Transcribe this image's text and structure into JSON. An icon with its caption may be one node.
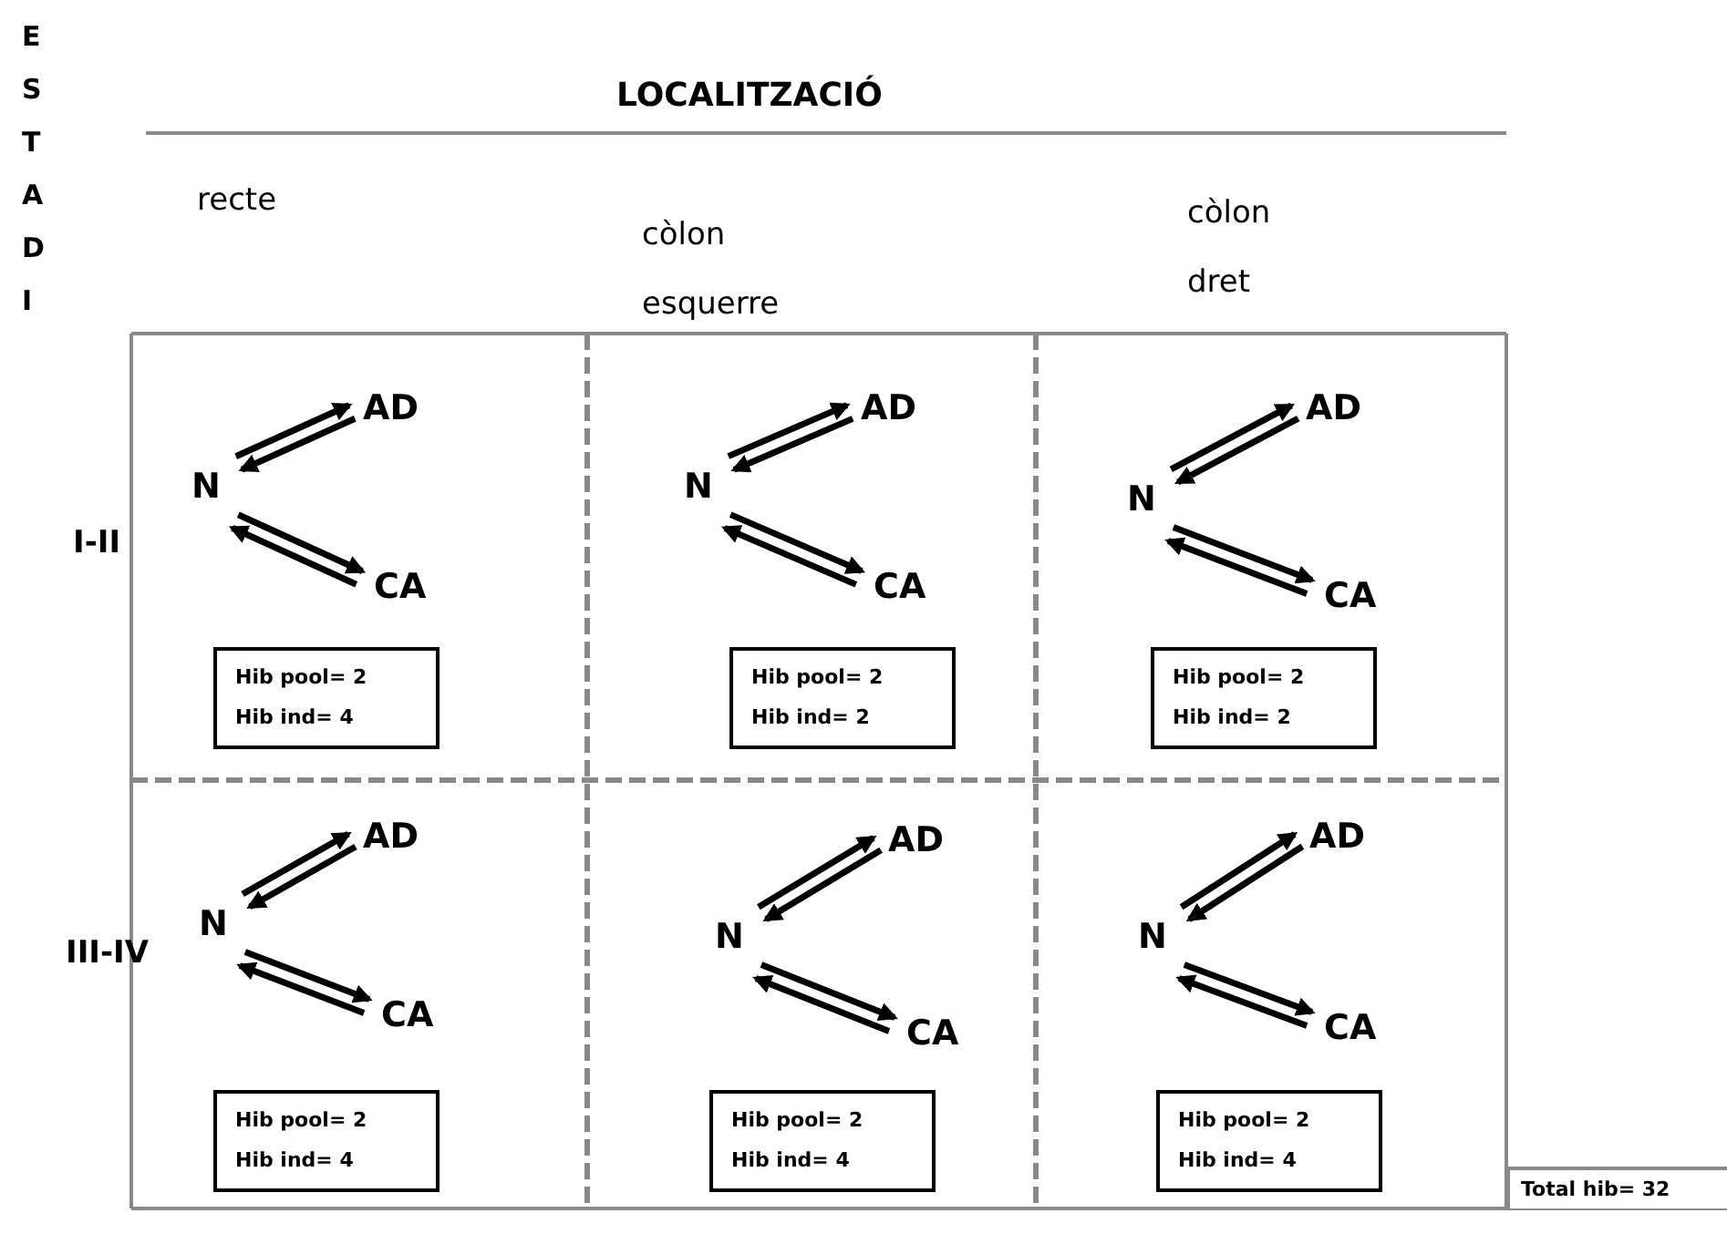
{
  "diagram": {
    "title": "LOCALITZACIÓ",
    "nodes": [
      {
        "text": [
          "N"
        ]
      },
      {
        "text": [
          "AD"
        ]
      },
      {
        "text": [
          "CA"
        ]
      },
      {
        "text": [
          "Hib pool= 2",
          "Hib ind= 4"
        ]
      },
      {
        "text": [
          "N"
        ]
      },
      {
        "text": [
          "AD"
        ]
      },
      {
        "text": [
          "CA"
        ]
      },
      {
        "text": [
          "Hib pool= 2",
          "Hib ind= 2"
        ]
      },
      {
        "text": [
          "N"
        ]
      },
      {
        "text": [
          "AD"
        ]
      },
      {
        "text": [
          "CA"
        ]
      },
      {
        "text": [
          "Hib pool= 2",
          "Hib ind= 2"
        ]
      },
      {
        "text": [
          "N"
        ]
      },
      {
        "text": [
          "AD"
        ]
      },
      {
        "text": [
          "CA"
        ]
      },
      {
        "text": [
          "Hib pool= 2",
          "Hib ind= 4"
        ]
      },
      {
        "text": [
          "N"
        ]
      },
      {
        "text": [
          "AD"
        ]
      },
      {
        "text": [
          "CA"
        ]
      },
      {
        "text": [
          "Hib pool= 2",
          "Hib ind= 4"
        ]
      },
      {
        "text": [
          "N"
        ]
      },
      {
        "text": [
          "AD"
        ]
      },
      {
        "text": [
          "CA"
        ]
      },
      {
        "text": [
          "Hib pool= 2",
          "Hib ind= 4"
        ]
      },
      {
        "text": [
          "Total hib= 32"
        ]
      }
    ],
    "edges": [
      {
        "from": 0,
        "to": 1,
        "arrow": "to"
      },
      {
        "from": 1,
        "to": 0,
        "arrow": "to"
      },
      {
        "from": 0,
        "to": 2,
        "arrow": "to"
      },
      {
        "from": 2,
        "to": 0,
        "arrow": "to"
      },
      {
        "from": 4,
        "to": 5,
        "arrow": "to"
      },
      {
        "from": 5,
        "to": 4,
        "arrow": "to"
      },
      {
        "from": 4,
        "to": 6,
        "arrow": "to"
      },
      {
        "from": 6,
        "to": 4,
        "arrow": "to"
      },
      {
        "from": 8,
        "to": 9,
        "arrow": "to"
      },
      {
        "from": 9,
        "to": 8,
        "arrow": "to"
      },
      {
        "from": 8,
        "to": 10,
        "arrow": "to"
      },
      {
        "from": 10,
        "to": 8,
        "arrow": "to"
      },
      {
        "from": 12,
        "to": 13,
        "arrow": "to"
      },
      {
        "from": 13,
        "to": 12,
        "arrow": "to"
      },
      {
        "from": 12,
        "to": 14,
        "arrow": "to"
      },
      {
        "from": 14,
        "to": 12,
        "arrow": "to"
      },
      {
        "from": 16,
        "to": 17,
        "arrow": "to"
      },
      {
        "from": 17,
        "to": 16,
        "arrow": "to"
      },
      {
        "from": 16,
        "to": 18,
        "arrow": "to"
      },
      {
        "from": 18,
        "to": 16,
        "arrow": "to"
      },
      {
        "from": 20,
        "to": 21,
        "arrow": "to"
      },
      {
        "from": 21,
        "to": 20,
        "arrow": "to"
      },
      {
        "from": 20,
        "to": 22,
        "arrow": "to"
      },
      {
        "from": 22,
        "to": 20,
        "arrow": "to"
      }
    ],
    "labels": [
      "ESTADI",
      "recte",
      "còlon esquerre",
      "còlon dret",
      "I-II",
      "III-IV"
    ]
  }
}
